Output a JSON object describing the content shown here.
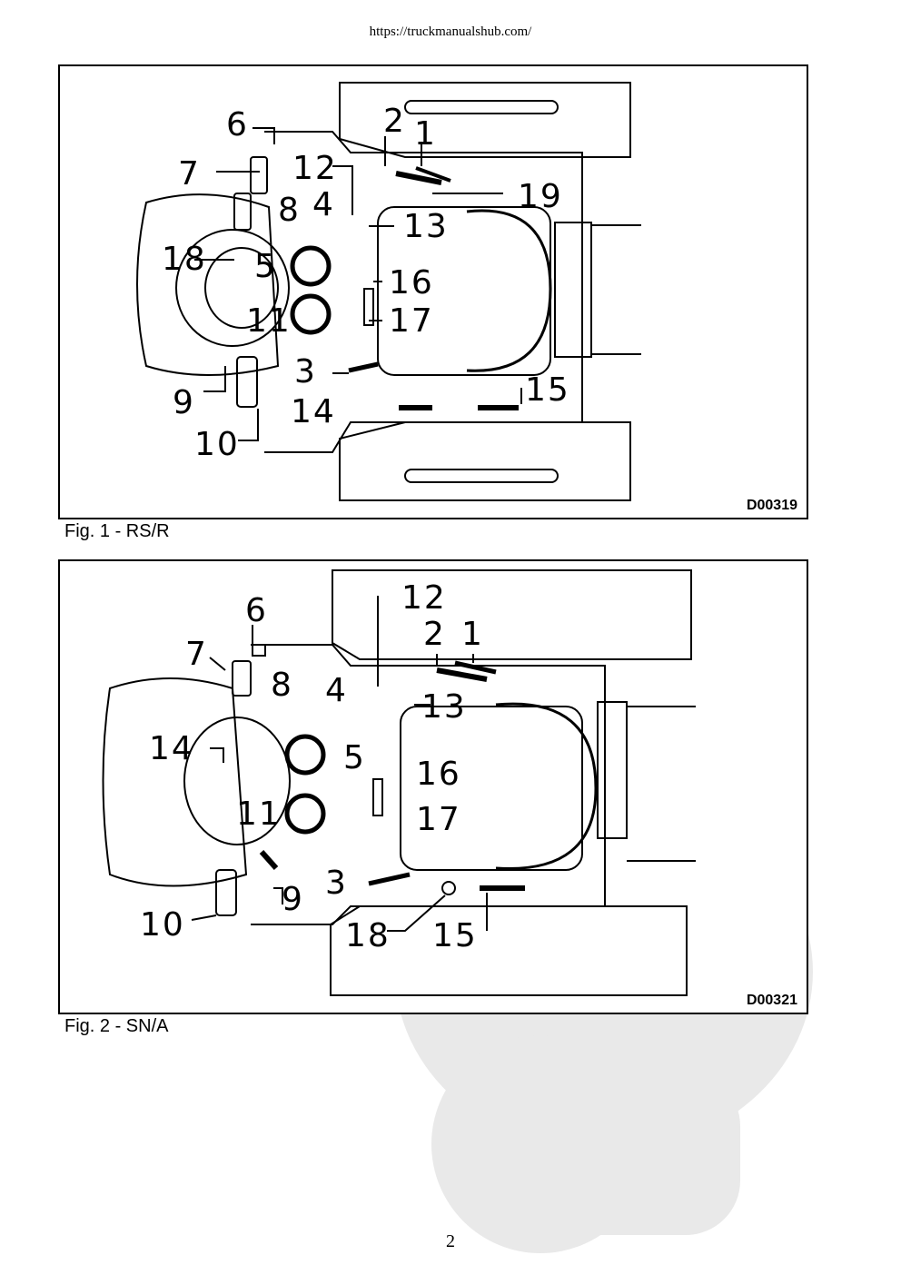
{
  "header": {
    "url": "https://truckmanualshub.com/"
  },
  "figures": [
    {
      "code": "D00319",
      "caption": "Fig. 1 - RS/R",
      "callouts": [
        "1",
        "2",
        "3",
        "4",
        "5",
        "6",
        "7",
        "8",
        "9",
        "10",
        "11",
        "12",
        "13",
        "14",
        "15",
        "16",
        "17",
        "18",
        "19"
      ]
    },
    {
      "code": "D00321",
      "caption": "Fig. 2 - SN/A",
      "callouts": [
        "1",
        "2",
        "3",
        "4",
        "5",
        "6",
        "7",
        "8",
        "9",
        "10",
        "11",
        "12",
        "13",
        "14",
        "15",
        "16",
        "17",
        "18"
      ]
    }
  ],
  "footer": {
    "page_number": "2"
  }
}
